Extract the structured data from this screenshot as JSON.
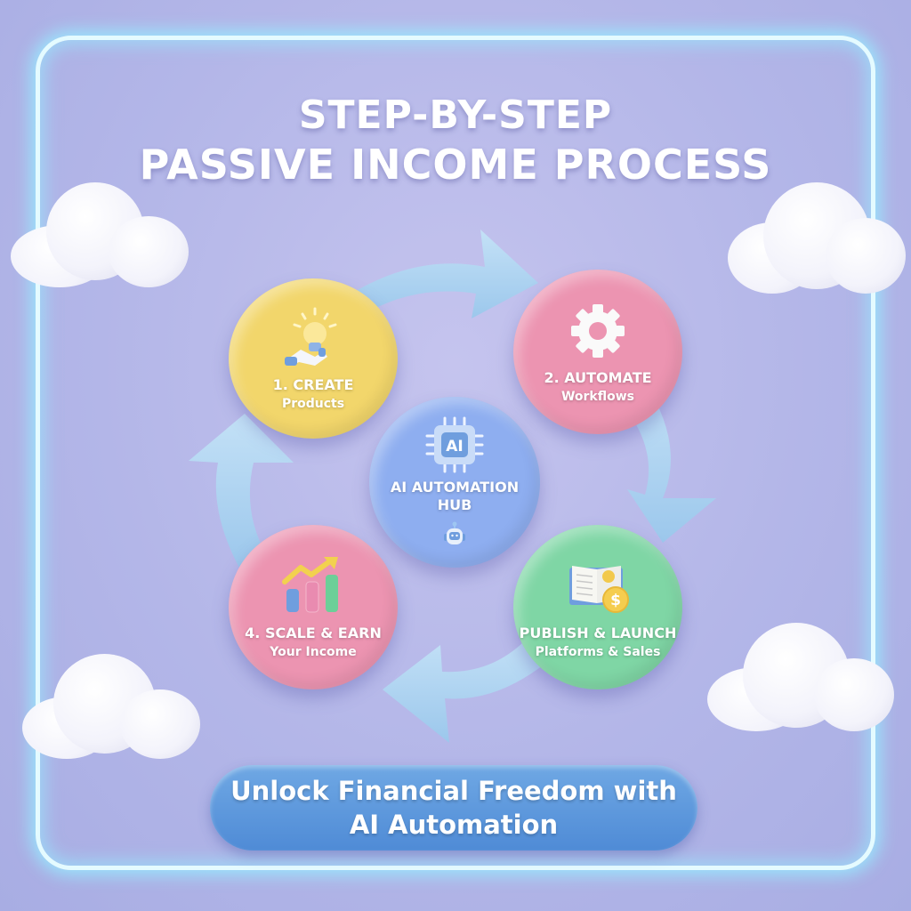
{
  "title": {
    "line1": "STEP-BY-STEP",
    "line2": "PASSIVE INCOME PROCESS"
  },
  "hub": {
    "chip_text": "AI",
    "label": "AI AUTOMATION HUB",
    "icons": [
      "ai-chip-icon",
      "robot-icon"
    ]
  },
  "steps": [
    {
      "label": "1. CREATE",
      "sub": "Products",
      "icon": "lightbulb-hand-icon",
      "color": "#f2d66b"
    },
    {
      "label": "2. AUTOMATE",
      "sub": "Workflows",
      "icon": "gear-icon",
      "color": "#ec94b1"
    },
    {
      "label": "PUBLISH & LAUNCH",
      "sub": "Platforms & Sales",
      "icon": "book-dollar-icon",
      "color": "#7fd6a5"
    },
    {
      "label": "4. SCALE & EARN",
      "sub": "Your Income",
      "icon": "growth-chart-icon",
      "color": "#ec94b1"
    }
  ],
  "cta": {
    "line1": "Unlock Financial Freedom with",
    "line2": "AI Automation"
  },
  "colors": {
    "background": "#b3b6e8",
    "frame_glow": "#96ebff",
    "arrow": "#a9d2ef",
    "cta": "#5a96dc"
  }
}
